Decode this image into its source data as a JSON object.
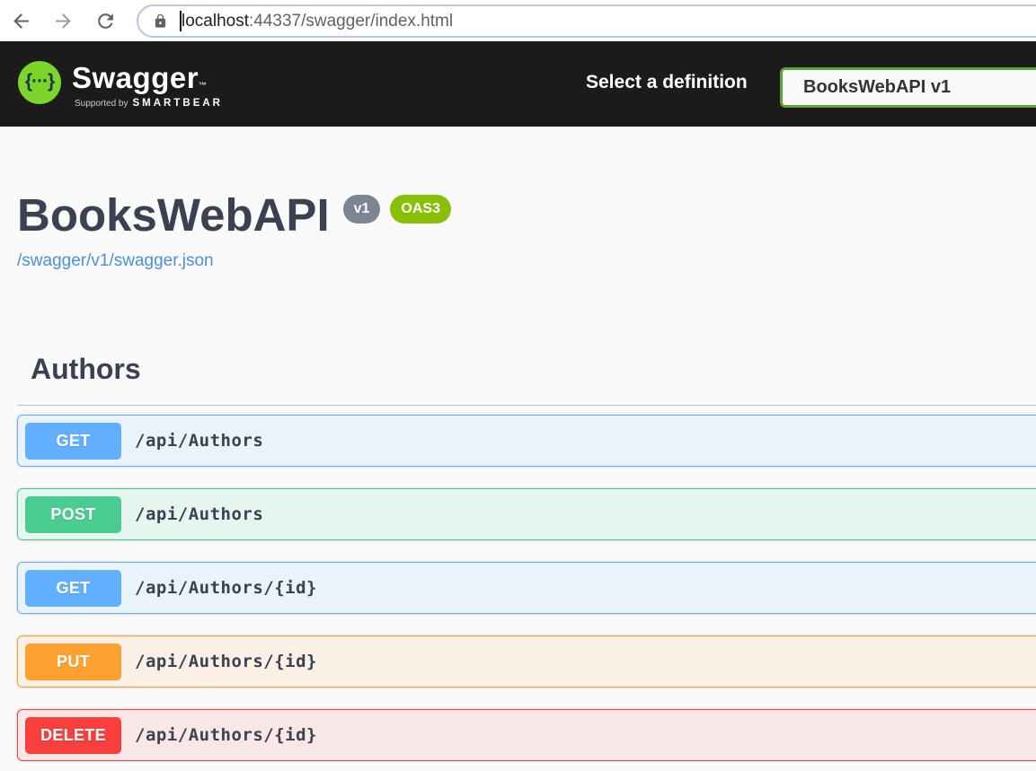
{
  "browser": {
    "url_host": "localhost",
    "url_rest": ":44337/swagger/index.html",
    "icons": [
      "back-icon",
      "forward-icon",
      "refresh-icon",
      "lock-icon"
    ]
  },
  "topbar": {
    "logo_glyph": "{···}",
    "wordmark": "Swagger",
    "trademark": "™",
    "supported_by": "Supported by",
    "supported_brand": "SMARTBEAR",
    "select_label": "Select a definition",
    "selected_definition": "BooksWebAPI v1"
  },
  "info": {
    "title": "BooksWebAPI",
    "version_badge": "v1",
    "oas_badge": "OAS3",
    "spec_link": "/swagger/v1/swagger.json"
  },
  "sections": [
    {
      "tag": "Authors",
      "operations": [
        {
          "method": "GET",
          "path": "/api/Authors"
        },
        {
          "method": "POST",
          "path": "/api/Authors"
        },
        {
          "method": "GET",
          "path": "/api/Authors/{id}"
        },
        {
          "method": "PUT",
          "path": "/api/Authors/{id}"
        },
        {
          "method": "DELETE",
          "path": "/api/Authors/{id}"
        }
      ]
    }
  ],
  "colors": {
    "get": "#61affe",
    "post": "#49cc90",
    "put": "#fca130",
    "delete": "#f93e3e",
    "topbar_bg": "#1b1b1b",
    "logo_green": "#7ed529",
    "select_border": "#62a03f",
    "version_badge_bg": "#7d8492",
    "oas_badge_bg": "#89bf04",
    "link_blue": "#4990e2",
    "heading_text": "#3b4151",
    "page_bg": "#fafafa",
    "url_border": "#b7c7e6"
  }
}
